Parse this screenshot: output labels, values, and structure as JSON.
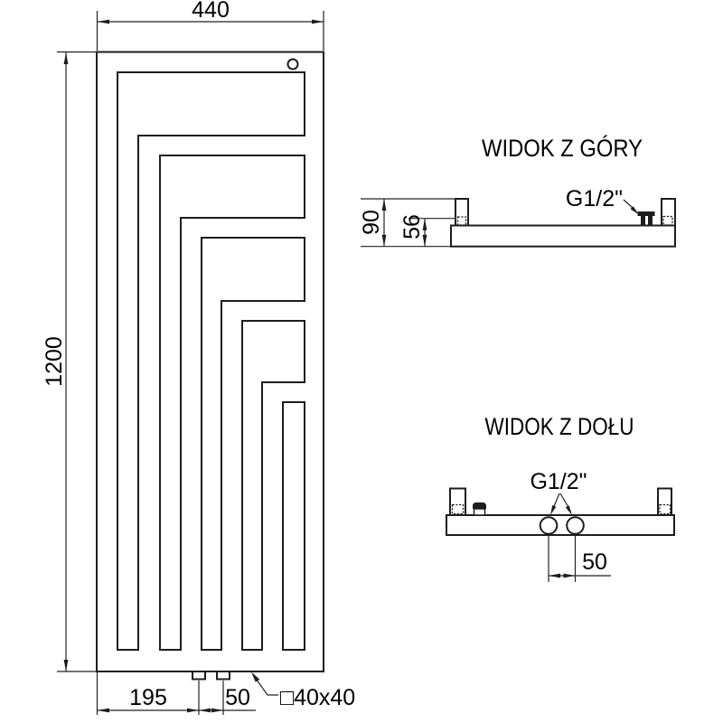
{
  "front_view": {
    "dim_width": "440",
    "dim_height": "1200",
    "dim_left_to_inlet": "195",
    "dim_inlet_spacing": "50",
    "profile_label": "□40x40"
  },
  "top_view": {
    "title": "WIDOK Z GÓRY",
    "dim_depth": "90",
    "dim_bracket": "56",
    "thread_label": "G1/2\""
  },
  "bottom_view": {
    "title": "WIDOK Z DOŁU",
    "thread_label": "G1/2\"",
    "dim_spacing": "50"
  }
}
